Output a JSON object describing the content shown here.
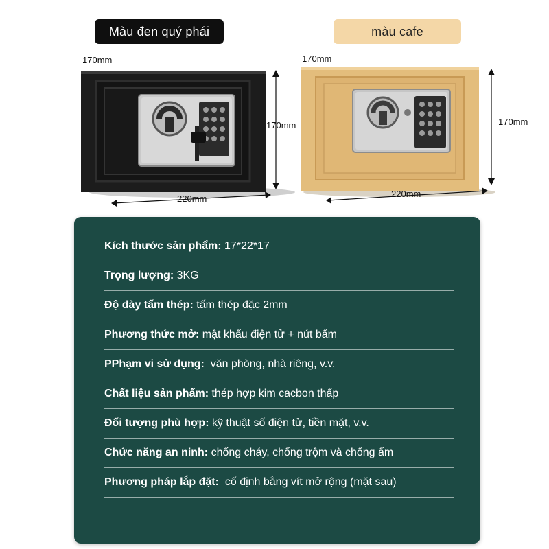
{
  "badges": {
    "black": "Màu đen quý phái",
    "cafe": "màu cafe"
  },
  "colors": {
    "panel": "#1c4a44",
    "cafe_badge": "#f4d7a7",
    "black_safe": "#1a1a1a",
    "cafe_safe": "#e3bd7c"
  },
  "black_safe": {
    "depth": "170mm",
    "height": "170mm",
    "width": "220mm"
  },
  "cafe_safe": {
    "depth": "170mm",
    "height": "170mm",
    "width": "220mm"
  },
  "specs": [
    {
      "label": "Kích thước sản phẩm:",
      "value": " 17*22*17"
    },
    {
      "label": "Trọng lượng:",
      "value": " 3KG"
    },
    {
      "label": "Độ dày tấm thép:",
      "value": " tấm thép đặc 2mm"
    },
    {
      "label": "Phương thức mở:",
      "value": " mật khẩu điện tử + nút bấm"
    },
    {
      "label": "PPhạm vi sử dụng:",
      "value": "  văn phòng, nhà riêng, v.v."
    },
    {
      "label": "Chất liệu sản phẩm:",
      "value": " thép hợp kim cacbon thấp"
    },
    {
      "label": "Đối tượng phù hợp:",
      "value": " kỹ thuật số điện tử, tiền mặt, v.v."
    },
    {
      "label": "Chức năng an ninh:",
      "value": " chống cháy, chống trộm và chống ẩm"
    },
    {
      "label": "Phương pháp lắp đặt:",
      "value": "  cố định bằng vít mở rộng (mặt sau)"
    }
  ]
}
